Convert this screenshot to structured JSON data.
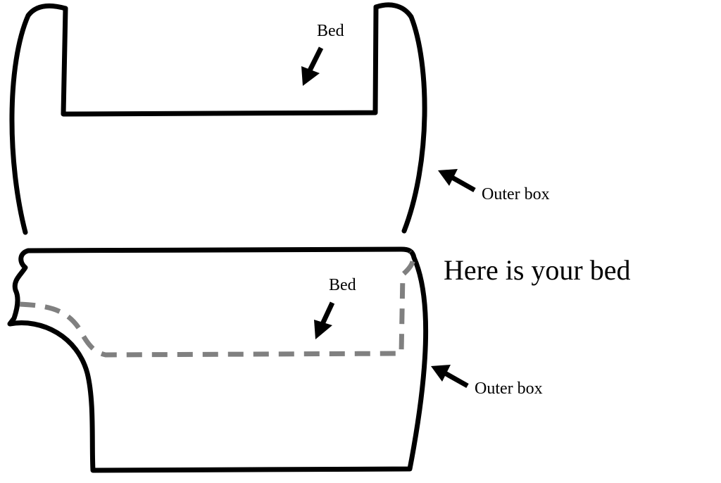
{
  "top_panel": {
    "bed_label": "Bed",
    "outer_box_label": "Outer box"
  },
  "bottom_panel": {
    "title": "Here is your bed",
    "bed_label": "Bed",
    "outer_box_label": "Outer box"
  },
  "colors": {
    "outline": "#000000",
    "bed_dashed_outline": "#808080",
    "background": "#ffffff"
  }
}
